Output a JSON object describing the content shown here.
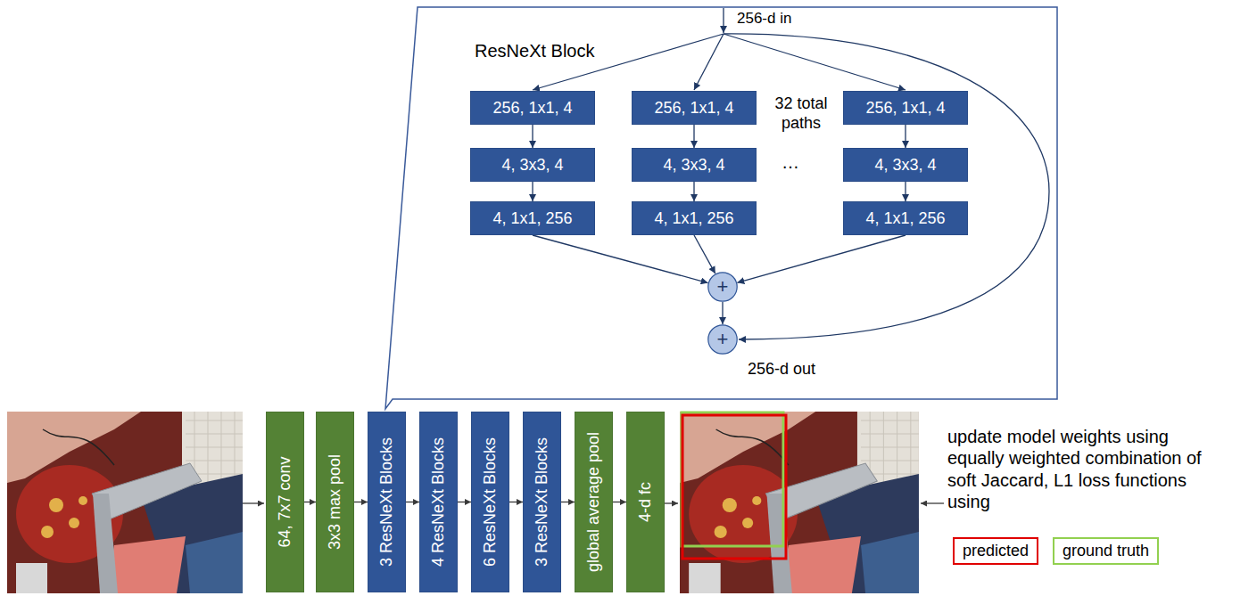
{
  "diagram": {
    "nodes": [
      {
        "text": [
          "ResNeXt Block"
        ]
      },
      {
        "text": [
          "256, 1x1, 4"
        ],
        "in": 0
      },
      {
        "text": [
          "256, 1x1, 4"
        ],
        "in": 0
      },
      {
        "text": [
          "256, 1x1, 4"
        ],
        "in": 0
      },
      {
        "text": [
          "4, 3x3, 4"
        ],
        "in": 0
      },
      {
        "text": [
          "4, 3x3, 4"
        ],
        "in": 0
      },
      {
        "text": [
          "4, 3x3, 4"
        ],
        "in": 0
      },
      {
        "text": [
          "4, 1x1, 256"
        ],
        "in": 0
      },
      {
        "text": [
          "4, 1x1, 256"
        ],
        "in": 0
      },
      {
        "text": [
          "4, 1x1, 256"
        ],
        "in": 0
      },
      {
        "text": [
          "+"
        ],
        "in": 0
      },
      {
        "text": [
          "+"
        ],
        "in": 0
      },
      {
        "text": [
          "64, 7x7 conv"
        ]
      },
      {
        "text": [
          "3x3 max pool"
        ]
      },
      {
        "text": [
          "3 ResNeXt Blocks"
        ]
      },
      {
        "text": [
          "4 ResNeXt Blocks"
        ]
      },
      {
        "text": [
          "6 ResNeXt Blocks"
        ]
      },
      {
        "text": [
          "3 ResNeXt Blocks"
        ]
      },
      {
        "text": [
          "global average pool"
        ]
      },
      {
        "text": [
          "4-d fc"
        ]
      }
    ],
    "edges": [
      {
        "from": 1,
        "to": 4,
        "arrow": "to"
      },
      {
        "from": 2,
        "to": 5,
        "arrow": "to"
      },
      {
        "from": 3,
        "to": 6,
        "arrow": "to"
      },
      {
        "from": 4,
        "to": 7,
        "arrow": "to"
      },
      {
        "from": 5,
        "to": 8,
        "arrow": "to"
      },
      {
        "from": 6,
        "to": 9,
        "arrow": "to"
      },
      {
        "from": 7,
        "to": 10,
        "arrow": "to"
      },
      {
        "from": 8,
        "to": 10,
        "arrow": "to"
      },
      {
        "from": 9,
        "to": 10,
        "arrow": "to"
      },
      {
        "from": 10,
        "to": 11,
        "arrow": "to"
      },
      {
        "from": 12,
        "to": 13,
        "arrow": "to"
      },
      {
        "from": 13,
        "to": 14,
        "arrow": "to"
      },
      {
        "from": 14,
        "to": 15,
        "arrow": "to"
      },
      {
        "from": 15,
        "to": 16,
        "arrow": "to"
      },
      {
        "from": 16,
        "to": 17,
        "arrow": "to"
      },
      {
        "from": 17,
        "to": 18,
        "arrow": "to"
      },
      {
        "from": 18,
        "to": 19,
        "arrow": "to"
      }
    ],
    "labels": [
      "256-d in",
      "32 total paths",
      "…",
      "256-d out",
      "update model weights using equally weighted combination of soft Jaccard, L1 loss functions using"
    ],
    "legend": [
      {
        "text": "predicted",
        "color": "#e00000"
      },
      {
        "text": "ground truth",
        "color": "#92d050"
      }
    ]
  }
}
